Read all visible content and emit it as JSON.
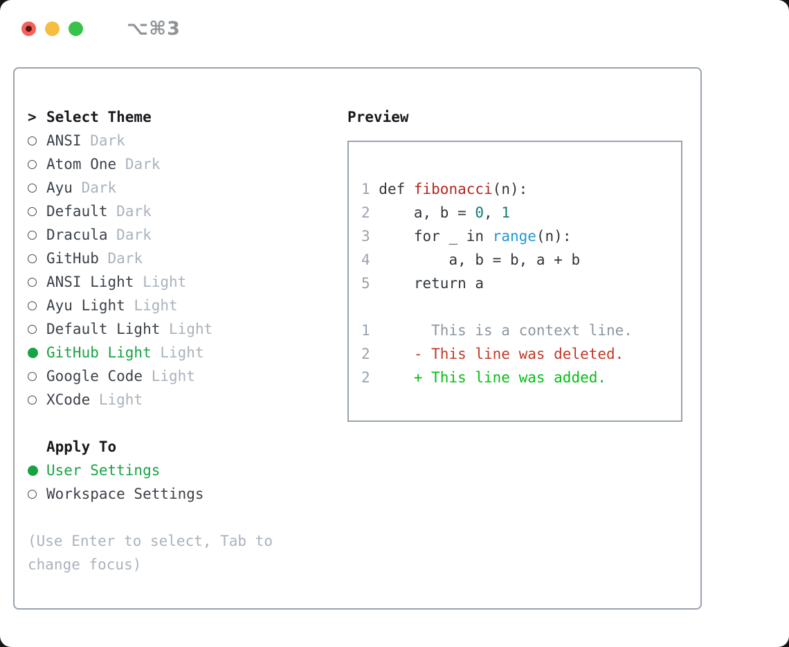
{
  "window": {
    "title": "⌥⌘3"
  },
  "colors": {
    "selected_green": "#17a342",
    "added_green": "#06bd17",
    "deleted_red": "#c23826",
    "function_red": "#b1271c",
    "builtin_blue": "#1f97d4",
    "number_teal": "#0b7d72",
    "muted_gray": "#a9b2bc",
    "border_gray": "#99a2ac",
    "traffic_red": "#f4605a",
    "traffic_yellow": "#f6bd40",
    "traffic_green": "#37c24c"
  },
  "left": {
    "header_marker": ">",
    "header": "Select Theme",
    "themes": [
      {
        "name": "ANSI",
        "variant": "Dark",
        "selected": false
      },
      {
        "name": "Atom One",
        "variant": "Dark",
        "selected": false
      },
      {
        "name": "Ayu",
        "variant": "Dark",
        "selected": false
      },
      {
        "name": "Default",
        "variant": "Dark",
        "selected": false
      },
      {
        "name": "Dracula",
        "variant": "Dark",
        "selected": false
      },
      {
        "name": "GitHub",
        "variant": "Dark",
        "selected": false
      },
      {
        "name": "ANSI Light",
        "variant": "Light",
        "selected": false
      },
      {
        "name": "Ayu Light",
        "variant": "Light",
        "selected": false
      },
      {
        "name": "Default Light",
        "variant": "Light",
        "selected": false
      },
      {
        "name": "GitHub Light",
        "variant": "Light",
        "selected": true
      },
      {
        "name": "Google Code",
        "variant": "Light",
        "selected": false
      },
      {
        "name": "XCode",
        "variant": "Light",
        "selected": false
      }
    ],
    "apply_header": "Apply To",
    "apply_options": [
      {
        "name": "User Settings",
        "selected": true
      },
      {
        "name": "Workspace Settings",
        "selected": false
      }
    ],
    "hint": "(Use Enter to select, Tab to change focus)"
  },
  "preview": {
    "header": "Preview",
    "code_lines": [
      {
        "num": "1",
        "tokens": [
          {
            "t": " def ",
            "c": "code"
          },
          {
            "t": "fibonacci",
            "c": "fn"
          },
          {
            "t": "(n):",
            "c": "code"
          }
        ]
      },
      {
        "num": "2",
        "tokens": [
          {
            "t": "     a, b = ",
            "c": "code"
          },
          {
            "t": "0",
            "c": "num"
          },
          {
            "t": ", ",
            "c": "code"
          },
          {
            "t": "1",
            "c": "num"
          }
        ]
      },
      {
        "num": "3",
        "tokens": [
          {
            "t": "     for _ in ",
            "c": "code"
          },
          {
            "t": "range",
            "c": "builtin"
          },
          {
            "t": "(n):",
            "c": "code"
          }
        ]
      },
      {
        "num": "4",
        "tokens": [
          {
            "t": "         a, b = b, a + b",
            "c": "code"
          }
        ]
      },
      {
        "num": "5",
        "tokens": [
          {
            "t": "     return a",
            "c": "code"
          }
        ]
      },
      {
        "num": "",
        "tokens": []
      },
      {
        "num": "1",
        "tokens": [
          {
            "t": "       This is a context line.",
            "c": "ctx"
          }
        ]
      },
      {
        "num": "2",
        "tokens": [
          {
            "t": "     - This line was deleted.",
            "c": "del"
          }
        ]
      },
      {
        "num": "2",
        "tokens": [
          {
            "t": "     + This line was added.",
            "c": "add"
          }
        ]
      }
    ]
  }
}
